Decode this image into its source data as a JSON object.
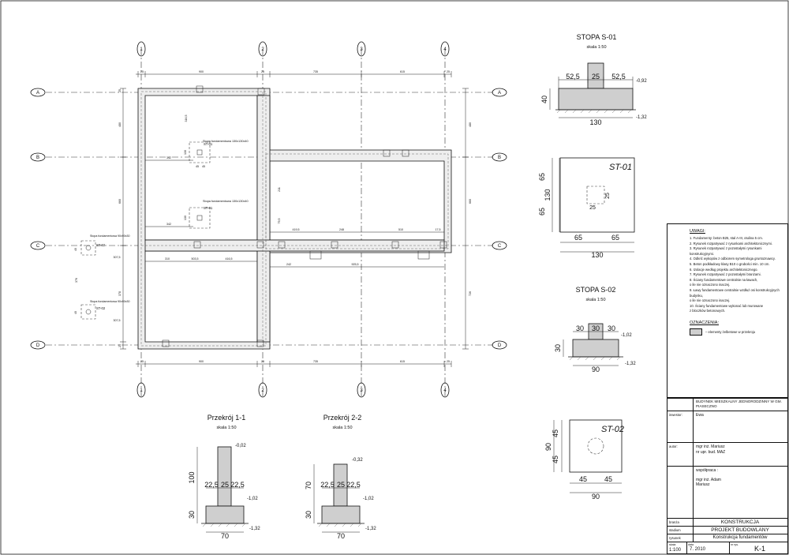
{
  "grid_axes": {
    "columns": [
      "1",
      "2",
      "3",
      "4"
    ],
    "rows": [
      "A",
      "B",
      "C",
      "D"
    ]
  },
  "plan_dimensions": {
    "top_chain": [
      "25",
      "900",
      "25",
      "735",
      "615",
      "25"
    ],
    "bottom_chain": [
      "25",
      "900",
      "25",
      "735",
      "615",
      "25"
    ],
    "left_chain": [
      "480",
      "660",
      "378",
      "25",
      "25"
    ],
    "right_chain": [
      "480",
      "660",
      "726"
    ],
    "interior": [
      "310",
      "503,5",
      "416,5",
      "242",
      "925,5",
      "419,5",
      "248",
      "510",
      "17,5",
      "342",
      "307,5",
      "307,5",
      "316,5",
      "211",
      "79,5",
      "376",
      "130",
      "130",
      "45",
      "45",
      "40",
      "40"
    ],
    "callout_st01": "ST-01",
    "callout_st02": "ST-02",
    "small_label_st01": "Stopa fundamentowa 130x130x40",
    "small_label_st02": "Stopa fundamentowa 90x90x30"
  },
  "stopa_s01": {
    "title": "STOPA S-01",
    "scale": "skala 1:50",
    "dims_top": [
      "52,5",
      "25",
      "52,5"
    ],
    "height": "40",
    "width": "130",
    "level_top": "-0,92",
    "level_bottom": "-1,32",
    "plan_label": "ST-01",
    "plan_side": "130",
    "plan_left": [
      "65",
      "65"
    ],
    "plan_bottom": [
      "65",
      "65"
    ],
    "plan_col": [
      "25",
      "25"
    ]
  },
  "stopa_s02": {
    "title": "STOPA S-02",
    "scale": "skala 1:50",
    "dims_top": [
      "30",
      "30",
      "30"
    ],
    "height": "30",
    "width": "90",
    "level_top": "-1,02",
    "level_bottom": "-1,32",
    "plan_label": "ST-02",
    "plan_side": "90",
    "plan_left": [
      "45",
      "45"
    ],
    "plan_bottom": [
      "45",
      "45"
    ]
  },
  "przekroj_1": {
    "title": "Przekrój 1-1",
    "scale": "skala 1:50",
    "dims": [
      "22,5",
      "25",
      "22,5"
    ],
    "wall_height": "100",
    "foot_height": "30",
    "width": "70",
    "level_top": "-0,02",
    "level_mid": "-1,02",
    "level_bottom": "-1,32"
  },
  "przekroj_2": {
    "title": "Przekrój 2-2",
    "scale": "skala 1:50",
    "dims": [
      "22,5",
      "25",
      "22,5"
    ],
    "wall_height": "70",
    "foot_height": "30",
    "width": "70",
    "level_top": "-0,32",
    "level_mid": "-1,02",
    "level_bottom": "-1,32"
  },
  "notes": {
    "heading": "UWAGI:",
    "items": [
      "1. Fundamenty: beton B25, stal A-III, otulina 5 cm.",
      "2. Rysunek rozpatrywać z rysunkami architektonicznymi.",
      "3. Rysunek rozpatrywać z pozostałymi rysunkami konstrukcyjnymi.",
      "4. Odkrić wykopów z odbiorem symetrologa gruntoznawcy.",
      "5. Beton podkładowy klasy B10 o grubości min. 10 cm.",
      "6. Izolacje według projektu architektonicznego.",
      "7. Rysunek rozpatrywać z pozostałymi branżami.",
      "8. Ściany fundamentowe centralnie na ławach,",
      "   o ile nie oznaczono inaczej.",
      "9. Ławy fundamentowe centralnie wzdłuż osi konstrukcyjnych budynku,",
      "   o ile nie oznaczono inaczej.",
      "10. Ściany fundamentowe wykonać lub murowane",
      "   z bloczków betonowych."
    ],
    "legend_heading": "OZNACZENIA:",
    "legend_item": "– elementy żelbetowe w przekroju"
  },
  "title_block": {
    "project": "BUDYNEK MIESZKALNY JEDNORODZINNY W GM. PIASECZNO",
    "investor_label": "inwestor:",
    "investor": "Ewa",
    "author_label": "autor:",
    "author": [
      "mgr inż. Mariusz",
      "nr upr. bud. MAZ"
    ],
    "coop_label": "współpraca :",
    "coop": [
      "mgr inż. Adam",
      "Mariusz"
    ],
    "branch_label": "branża",
    "branch": "KONSTRUKCJA",
    "stage_label": "stadium",
    "stage": "PROJEKT BUDOWLANY",
    "drawing_label": "rysunek",
    "drawing": "Konstrukcja fundamentów",
    "scale_label": "skala",
    "scale": "1:100",
    "date_label": "data",
    "date": "7. 2010",
    "number_label": "nr rys.",
    "number": "K-1"
  }
}
